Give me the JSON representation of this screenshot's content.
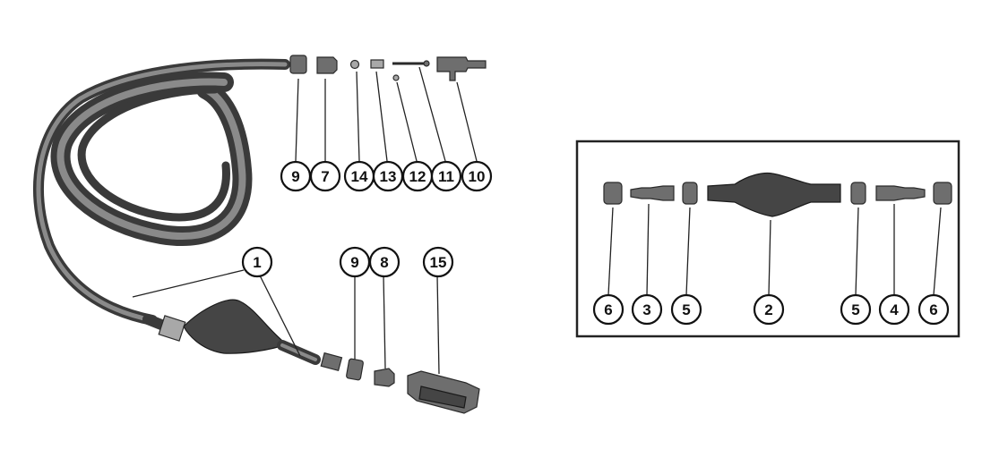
{
  "diagram": {
    "callouts": [
      {
        "id": "c-9-top",
        "label": "9"
      },
      {
        "id": "c-7",
        "label": "7"
      },
      {
        "id": "c-14",
        "label": "14"
      },
      {
        "id": "c-13",
        "label": "13"
      },
      {
        "id": "c-12",
        "label": "12"
      },
      {
        "id": "c-11",
        "label": "11"
      },
      {
        "id": "c-10",
        "label": "10"
      },
      {
        "id": "c-1",
        "label": "1"
      },
      {
        "id": "c-9-bottom",
        "label": "9"
      },
      {
        "id": "c-8",
        "label": "8"
      },
      {
        "id": "c-15",
        "label": "15"
      }
    ],
    "inset_callouts": [
      {
        "id": "i-6-left",
        "label": "6"
      },
      {
        "id": "i-3",
        "label": "3"
      },
      {
        "id": "i-5-left",
        "label": "5"
      },
      {
        "id": "i-2",
        "label": "2"
      },
      {
        "id": "i-5-right",
        "label": "5"
      },
      {
        "id": "i-4",
        "label": "4"
      },
      {
        "id": "i-6-right",
        "label": "6"
      }
    ]
  }
}
